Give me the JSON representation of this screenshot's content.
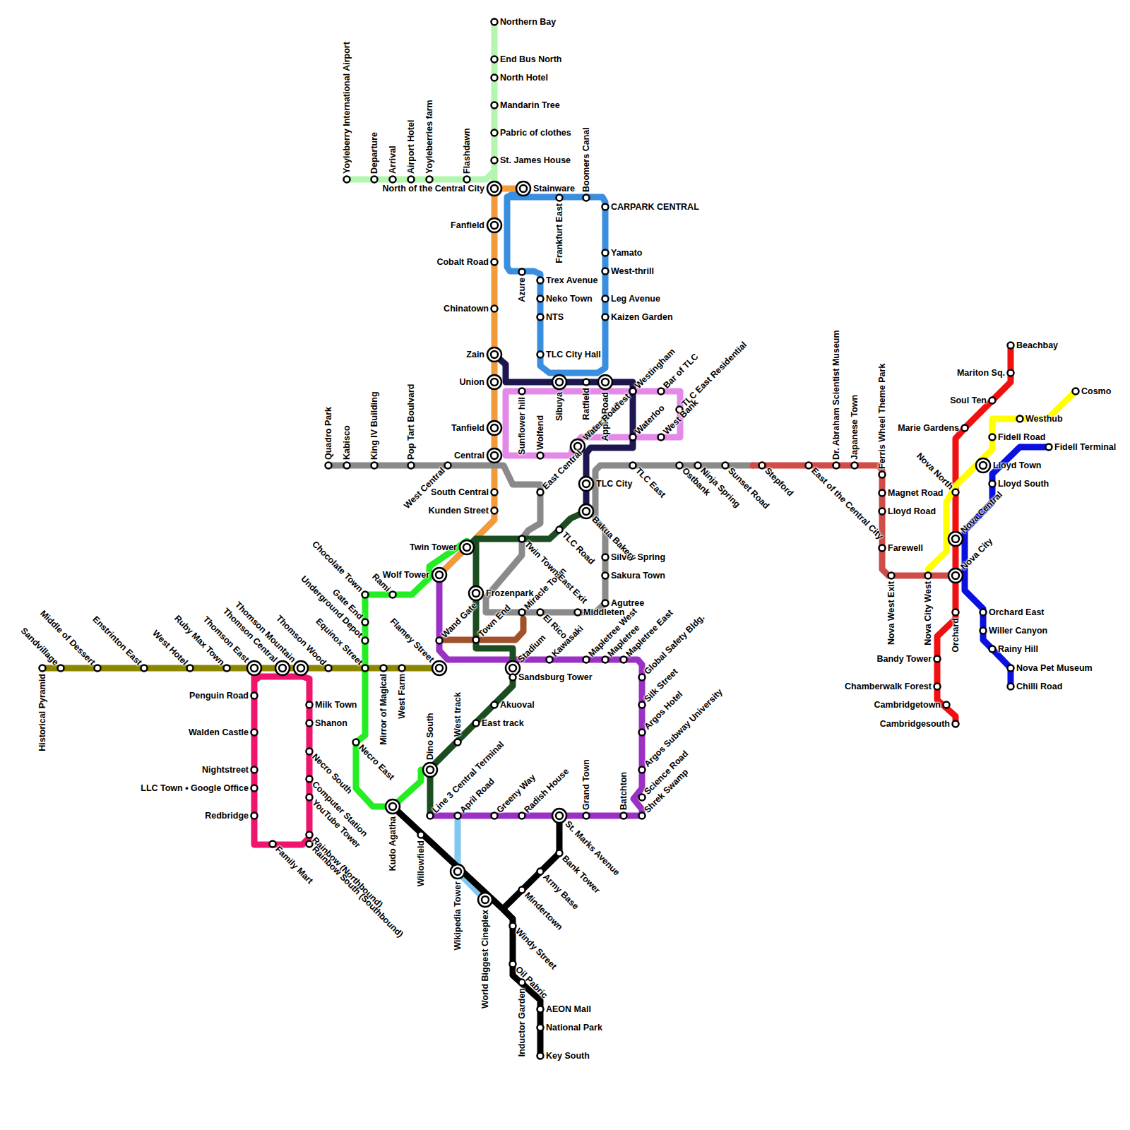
{
  "diagram": {
    "labels": [
      "Yoyleberry International Airport",
      "Departure",
      "Arrival",
      "Airport Hotel",
      "Yoyleberries farm",
      "Flashdawn",
      "Northern Bay",
      "End Bus North",
      "North Hotel",
      "Mandarin Tree",
      "Pabric of clothes",
      "St. James House",
      "North of the Central City",
      "Stainware",
      "Fanfield",
      "Cobalt Road",
      "Chinatown",
      "Zain",
      "Union",
      "Tanfield",
      "Central",
      "South Central",
      "Kunden Street",
      "Twin Tower",
      "Wolf Tower",
      "Frankfurt East",
      "Boomers Canal",
      "CARPARK CENTRAL",
      "Yamato",
      "West-thrill",
      "Leg Avenue",
      "Kaizen Garden",
      "Azure",
      "Trex Avenue",
      "Neko Town",
      "NTS",
      "TLC City Hall",
      "Sibuya",
      "Ratfield",
      "Apple Road",
      "Sunflower hill",
      "Wolfend",
      "Westingham",
      "Waterloo West",
      "Bar of TLC",
      "TLC East Residential",
      "West Bank",
      "Waterloo",
      "Water Road",
      "East Central",
      "Quadro Park",
      "Kabisco",
      "King IV Building",
      "Pop Tart Boulvard",
      "West Central",
      "TLC City",
      "TLC East",
      "Ostbank",
      "Ninja Spring",
      "Sunset Road",
      "Silver Spring",
      "Sakura Town",
      "Agutree",
      "Middleten",
      "El Rico",
      "Miracle Town",
      "Town End",
      "Twin Town East Exit",
      "Frozenpark",
      "Wand Gate",
      "Bakua Bakery",
      "TLC Road",
      "Stadium",
      "Sandsburg Tower",
      "Akuoval",
      "East track",
      "West track",
      "Dino South",
      "Line 3 Central Terminal",
      "Kawasaki",
      "Mapletree West",
      "Mapletree",
      "Mapletree East",
      "Global Safety Bldg.",
      "Silk Street",
      "Argos Hotel",
      "Argos Subway University",
      "Science Road",
      "Shrek Swamp",
      "Batchton",
      "Grand Town",
      "Radish House",
      "Greeny Way",
      "April Road",
      "St. Marks Avenue",
      "Bank Tower",
      "Army Base",
      "Mindertown",
      "Windy Street",
      "Oil Pabric",
      "Inductor Garden",
      "AEON Mall",
      "National Park",
      "Key South",
      "Wikipedia Tower",
      "World Biggest Cineplex",
      "Willowfield",
      "Kudo Agatha",
      "Necro East",
      "Chocolate Town",
      "Rami",
      "Gate End",
      "Underground Depot",
      "Equinox Street",
      "Mirror of Magical",
      "West Farm",
      "Flamey Street",
      "Historical Pyramid",
      "Sandvillage",
      "Middle of Dessert",
      "Enstrinton East",
      "West Hotel",
      "Ruby Max Town",
      "Thomson East",
      "Thomson Central",
      "Thomson Mountain",
      "Thomson Wood",
      "Penguin Road",
      "Walden Castle",
      "Nightstreet",
      "LLC Town • Google Office",
      "Redbridge",
      "Family Mart",
      "Milk Town",
      "Shanon",
      "Necro South",
      "Computer Station",
      "YouTube Tower",
      "Rainbow (Northbound)",
      "Rainbow South (Southbound)",
      "Stepford",
      "East of the Central City",
      "Dr. Abraham Scientist Museum",
      "Japanese Town",
      "Ferris Wheel Theme Park",
      "Magnet Road",
      "Lloyd Road",
      "Farewell",
      "Nova West Exit",
      "Nova City West",
      "Orchard",
      "Nova City",
      "Nova Central",
      "Nova North",
      "Beachbay",
      "Mariton Sq.",
      "Soul Ten",
      "Marie Gardens",
      "Bandy Tower",
      "Chamberwalk Forest",
      "Cambridgetown",
      "Cambridgesouth",
      "Cosmo",
      "Westhub",
      "Fidell Road",
      "Fidell Terminal",
      "Lloyd Town",
      "Lloyd South",
      "Orchard East",
      "Willer Canyon",
      "Rainy Hill",
      "Nova Pet Museum",
      "Chilli Road"
    ]
  }
}
